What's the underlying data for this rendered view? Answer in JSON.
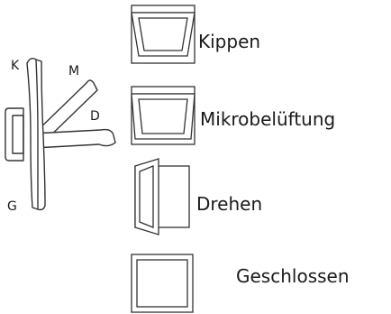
{
  "handle": {
    "positions": {
      "tilt": "K",
      "micro": "M",
      "turn": "D",
      "closed": "G"
    }
  },
  "windows": [
    {
      "key": "kippen",
      "label": "Kippen"
    },
    {
      "key": "mikro",
      "label": "Mikrobelüftung"
    },
    {
      "key": "drehen",
      "label": "Drehen"
    },
    {
      "key": "geschlossen",
      "label": "Geschlossen"
    }
  ],
  "colors": {
    "stroke": "#333333",
    "fill": "#ffffff"
  }
}
